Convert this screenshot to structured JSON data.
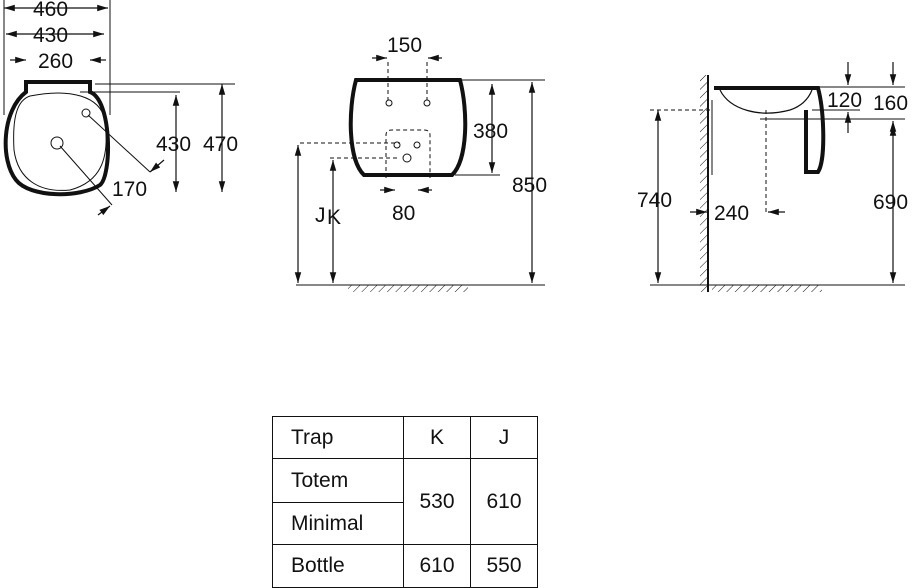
{
  "top_view": {
    "width_outer": "460",
    "width_inner": "430",
    "width_back": "260",
    "depth_inner": "430",
    "depth_outer": "470",
    "tap_offset": "170"
  },
  "front_view": {
    "tap_spacing": "150",
    "height_bowl": "380",
    "height_total": "850",
    "waste_spacing": "80",
    "label_j": "J",
    "label_k": "K"
  },
  "side_view": {
    "dim_120": "120",
    "dim_160": "160",
    "height_740": "740",
    "projection": "240",
    "height_690": "690"
  },
  "table": {
    "headers": [
      "Trap",
      "K",
      "J"
    ],
    "rows": [
      {
        "trap": "Totem"
      },
      {
        "trap": "Minimal"
      },
      {
        "trap": "Bottle",
        "k": "610",
        "j": "550"
      }
    ],
    "merged_k": "530",
    "merged_j": "610"
  }
}
